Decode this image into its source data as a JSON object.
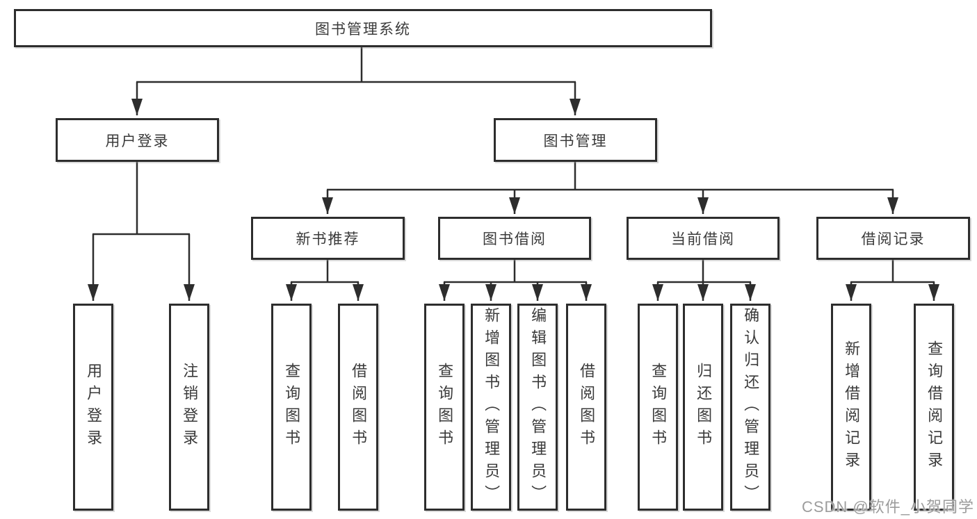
{
  "diagram": {
    "title": "图书管理系统",
    "level2": [
      {
        "label": "用户登录",
        "leaves": [
          "用户登录",
          "注销登录"
        ]
      },
      {
        "label": "图书管理",
        "sections": [
          {
            "label": "新书推荐",
            "leaves": [
              "查询图书",
              "借阅图书"
            ]
          },
          {
            "label": "图书借阅",
            "leaves": [
              "查询图书",
              "新增图书（管理员）",
              "编辑图书（管理员）",
              "借阅图书"
            ]
          },
          {
            "label": "当前借阅",
            "leaves": [
              "查询图书",
              "归还图书",
              "确认归还（管理员）"
            ]
          },
          {
            "label": "借阅记录",
            "leaves": [
              "新增借阅记录",
              "查询借阅记录"
            ]
          }
        ]
      }
    ]
  },
  "watermark": {
    "text": "CSDN @软件_小贺同学"
  },
  "colors": {
    "line": "#2d2d2d",
    "border": "#2d2d2d",
    "text": "#3a3a3a",
    "watermark": "#9c9c9c",
    "background": "#ffffff"
  }
}
